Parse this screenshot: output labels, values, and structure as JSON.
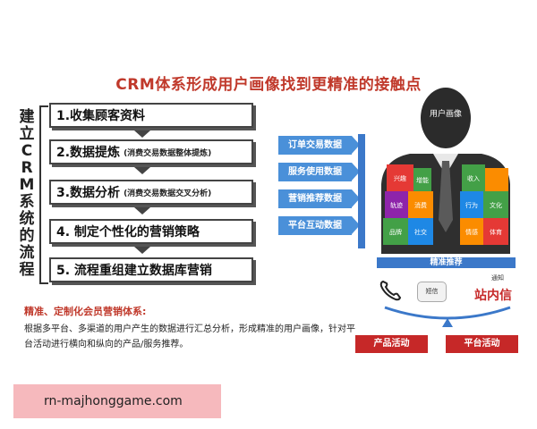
{
  "title": "CRM体系形成用户画像找到更精准的接触点",
  "side_label": "建立CRM系统的流程",
  "steps": [
    {
      "main": "1.收集顾客资料",
      "sub": ""
    },
    {
      "main": "2.数据提炼",
      "sub": "(消费交易数据整体提炼)"
    },
    {
      "main": "3.数据分析",
      "sub": "(消费交易数据交叉分析)"
    },
    {
      "main": "4. 制定个性化的营销策略",
      "sub": ""
    },
    {
      "main": "5. 流程重组建立数据库营销",
      "sub": ""
    }
  ],
  "data_tags": [
    "订单交易数据",
    "服务使用数据",
    "营销推荐数据",
    "平台互动数据"
  ],
  "portrait": {
    "head_label": "用户画像",
    "pieces": [
      "兴趣",
      "收入",
      "轨迹",
      "消费",
      "文化",
      "行为",
      "品牌",
      "社交",
      "情感",
      "体育",
      "增能"
    ],
    "recommend_label": "精准推荐",
    "notice_label": "通知",
    "msg_label": "短信",
    "inbox_label": "站内信"
  },
  "subhead": "精准、定制化会员营销体系:",
  "paragraph": "根据多平台、多渠道的用户产生的数据进行汇总分析，形成精准的用户画像，针对平台活动进行横向和纵向的产品/服务推荐。",
  "buttons": [
    "产品活动",
    "平台活动"
  ],
  "watermark": "rn-majhonggame.com",
  "colors": {
    "title": "#c0392b",
    "tag_blue": "#4a90d9",
    "button_red": "#c62828",
    "piece_colors": [
      "#e53935",
      "#43a047",
      "#fb8c00",
      "#1e88e5",
      "#8e24aa",
      "#fdd835"
    ]
  }
}
